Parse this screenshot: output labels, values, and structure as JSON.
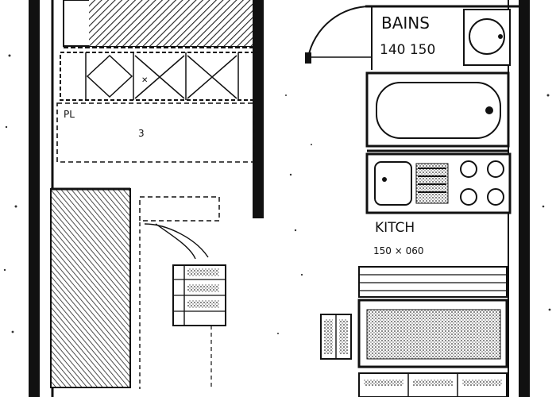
{
  "plan": {
    "rooms": {
      "bathroom": {
        "name": "BAINS",
        "dims": "140 150"
      },
      "kitchen": {
        "name": "KITCH",
        "dims": "150 × 060"
      }
    },
    "annotations": {
      "pl": "PL",
      "three": "3"
    },
    "colors": {
      "ink": "#111111",
      "paper": "#ffffff",
      "hatch": "#222222"
    }
  }
}
